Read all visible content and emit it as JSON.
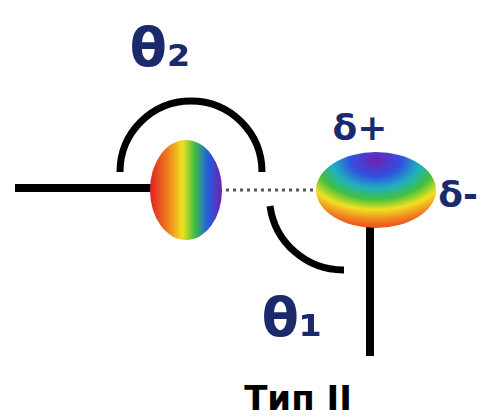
{
  "diagram": {
    "caption": "Тип II",
    "labels": [
      "θ₂",
      "δ+",
      "δ-",
      "θ₁"
    ]
  }
}
